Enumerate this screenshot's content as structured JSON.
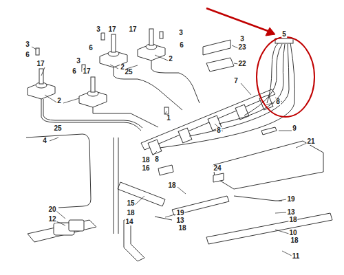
{
  "diagram": {
    "labels": [
      "5",
      "3",
      "17",
      "17",
      "3",
      "3",
      "6",
      "6",
      "3",
      "23",
      "6",
      "17",
      "3",
      "2",
      "2",
      "22",
      "6",
      "17",
      "25",
      "7",
      "2",
      "8",
      "1",
      "25",
      "9",
      "8",
      "4",
      "21",
      "8",
      "18",
      "16",
      "24",
      "18",
      "19",
      "15",
      "20",
      "13",
      "18",
      "19",
      "12",
      "18",
      "14",
      "13",
      "18",
      "10",
      "18",
      "11"
    ]
  }
}
